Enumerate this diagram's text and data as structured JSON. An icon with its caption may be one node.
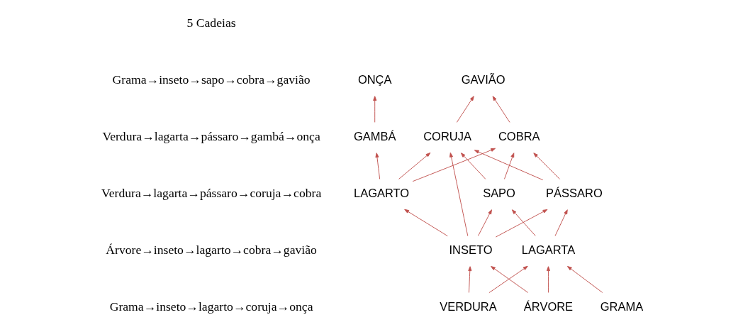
{
  "diagram": {
    "nodes": [
      {
        "text": [
          "ONÇA"
        ]
      },
      {
        "text": [
          "GAVIÃO"
        ]
      },
      {
        "text": [
          "GAMBÁ"
        ]
      },
      {
        "text": [
          "CORUJA"
        ]
      },
      {
        "text": [
          "COBRA"
        ]
      },
      {
        "text": [
          "LAGARTO"
        ]
      },
      {
        "text": [
          "PÁSSARO"
        ]
      },
      {
        "text": [
          "SAPO"
        ]
      },
      {
        "text": [
          "INSETO"
        ]
      },
      {
        "text": [
          "LAGARTA"
        ]
      },
      {
        "text": [
          "ÁRVORE"
        ]
      },
      {
        "text": [
          "VERDURA"
        ]
      },
      {
        "text": [
          "GRAMA"
        ]
      }
    ],
    "edges": [
      {
        "from": 2,
        "to": 0,
        "arrow": "to"
      },
      {
        "from": 3,
        "to": 1,
        "arrow": "to"
      },
      {
        "from": 4,
        "to": 1,
        "arrow": "to"
      },
      {
        "from": 5,
        "to": 2,
        "arrow": "to"
      },
      {
        "from": 5,
        "to": 3,
        "arrow": "to"
      },
      {
        "from": 5,
        "to": 4,
        "arrow": "to"
      },
      {
        "from": 8,
        "to": 3,
        "arrow": "to"
      },
      {
        "from": 6,
        "to": 3,
        "arrow": "to"
      },
      {
        "from": 7,
        "to": 3,
        "arrow": "to"
      },
      {
        "from": 6,
        "to": 4,
        "arrow": "to"
      },
      {
        "from": 7,
        "to": 4,
        "arrow": "to"
      },
      {
        "from": 8,
        "to": 5,
        "arrow": "to"
      },
      {
        "from": 8,
        "to": 6,
        "arrow": "to"
      },
      {
        "from": 8,
        "to": 7,
        "arrow": "to"
      },
      {
        "from": 9,
        "to": 6,
        "arrow": "to"
      },
      {
        "from": 9,
        "to": 7,
        "arrow": "to"
      },
      {
        "from": 10,
        "to": 8,
        "arrow": "to"
      },
      {
        "from": 10,
        "to": 9,
        "arrow": "to"
      },
      {
        "from": 11,
        "to": 8,
        "arrow": "to"
      },
      {
        "from": 11,
        "to": 9,
        "arrow": "to"
      },
      {
        "from": 12,
        "to": 9,
        "arrow": "to"
      }
    ],
    "labels": [
      "5 Cadeias",
      "Grama→inseto→sapo→cobra→gavião",
      "Verdura→lagarta→pássaro→gambá→onça",
      "Verdura→lagarta→pássaro→coruja→cobra",
      "Árvore→inseto→lagarto→cobra→gavião",
      "Grama→inseto→lagarto→coruja→onça"
    ]
  }
}
